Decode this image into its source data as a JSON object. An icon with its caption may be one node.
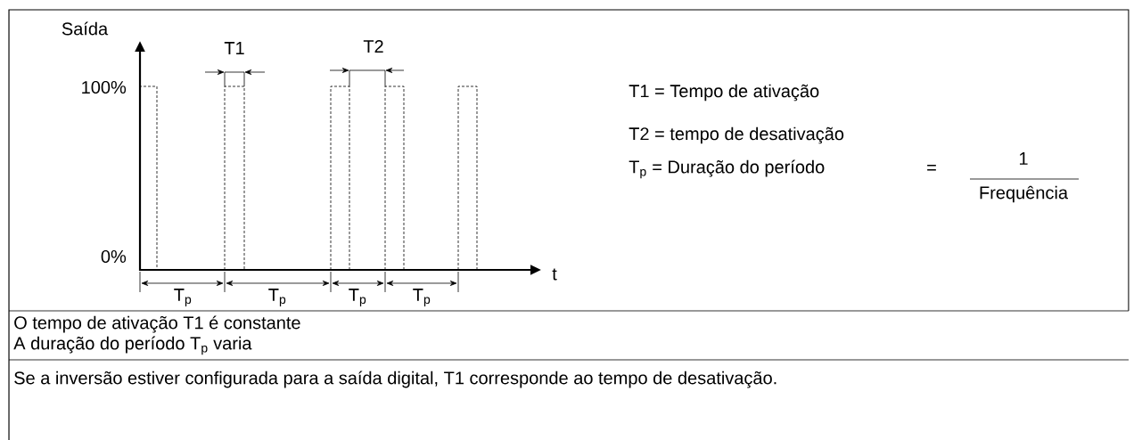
{
  "diagram": {
    "labels": [
      "Saída",
      "T1",
      "T2",
      "100%",
      "T1 = Tempo de ativação",
      "T2 = tempo de desativação",
      "T$_{p}$ = Duração do período",
      "=",
      "1",
      "Frequência",
      "0%",
      "t",
      "T$_{p}$",
      "T$_{p}$",
      "T$_{p}$",
      "T$_{p}$",
      "O tempo de ativação T1 é constante",
      "A duração do período T$_{p}$ varia",
      "Se a inversão estiver configurada para a saída digital, T1 corresponde ao tempo de desativação."
    ]
  }
}
